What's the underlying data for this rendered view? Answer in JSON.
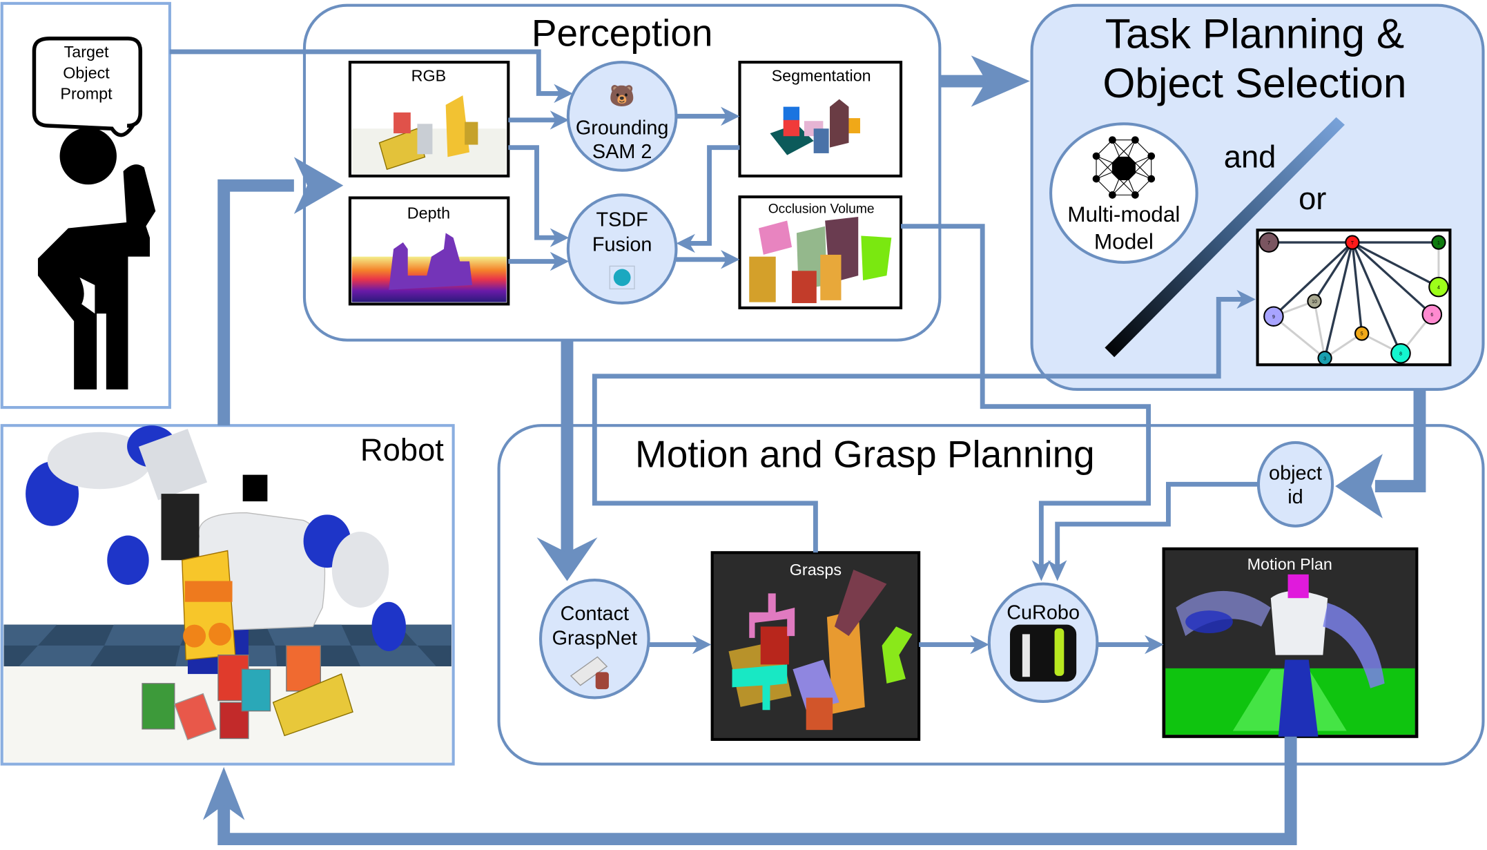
{
  "diagram": {
    "user": {
      "speech_bubble": [
        "Target",
        "Object",
        "Prompt"
      ]
    },
    "robot": {
      "label": "Robot"
    },
    "perception": {
      "title": "Perception",
      "rgb_label": "RGB",
      "depth_label": "Depth",
      "segmentation_label": "Segmentation",
      "occlusion_label": "Occlusion Volume",
      "grounding_sam": [
        "Grounding",
        "SAM 2"
      ],
      "tsdf_fusion": [
        "TSDF",
        "Fusion"
      ]
    },
    "task_planning": {
      "title": [
        "Task Planning &",
        "Object Selection"
      ],
      "multimodal": [
        "Multi-modal",
        "Model"
      ],
      "and_label": "and",
      "or_label": "or",
      "graph": {
        "nodes": [
          {
            "id": "T",
            "color": "#ff1a1a"
          },
          {
            "id": "7",
            "color": "#7a5560"
          },
          {
            "id": "1",
            "color": "#0e7a0e"
          },
          {
            "id": "4",
            "color": "#9dff1a"
          },
          {
            "id": "6",
            "color": "#ff8ad0"
          },
          {
            "id": "8",
            "color": "#14f5cf"
          },
          {
            "id": "5",
            "color": "#f0a818"
          },
          {
            "id": "3",
            "color": "#1aa0b0"
          },
          {
            "id": "10",
            "color": "#a8a890"
          },
          {
            "id": "9",
            "color": "#a8a4ff"
          }
        ],
        "edges_hidden_by": [
          [
            "T",
            "7"
          ],
          [
            "T",
            "1"
          ],
          [
            "T",
            "4"
          ],
          [
            "T",
            "6"
          ],
          [
            "T",
            "8"
          ],
          [
            "T",
            "5"
          ],
          [
            "T",
            "3"
          ],
          [
            "T",
            "10"
          ],
          [
            "T",
            "9"
          ]
        ],
        "edges_behind": [
          [
            "1",
            "4"
          ],
          [
            "3",
            "9"
          ],
          [
            "3",
            "10"
          ],
          [
            "10",
            "9"
          ],
          [
            "3",
            "5"
          ],
          [
            "5",
            "8"
          ],
          [
            "8",
            "6"
          ]
        ]
      }
    },
    "motion_grasp": {
      "title": "Motion and Grasp Planning",
      "contact_graspnet": [
        "Contact",
        "GraspNet"
      ],
      "grasps_label": "Grasps",
      "curobo": "CuRobo",
      "object_id": [
        "object",
        "id"
      ],
      "motion_plan_label": "Motion Plan"
    },
    "colors": {
      "connector": "#6b8fc0",
      "panel_fill_blue": "#d9e6fb",
      "node_fill": "#d9e6fb"
    }
  }
}
